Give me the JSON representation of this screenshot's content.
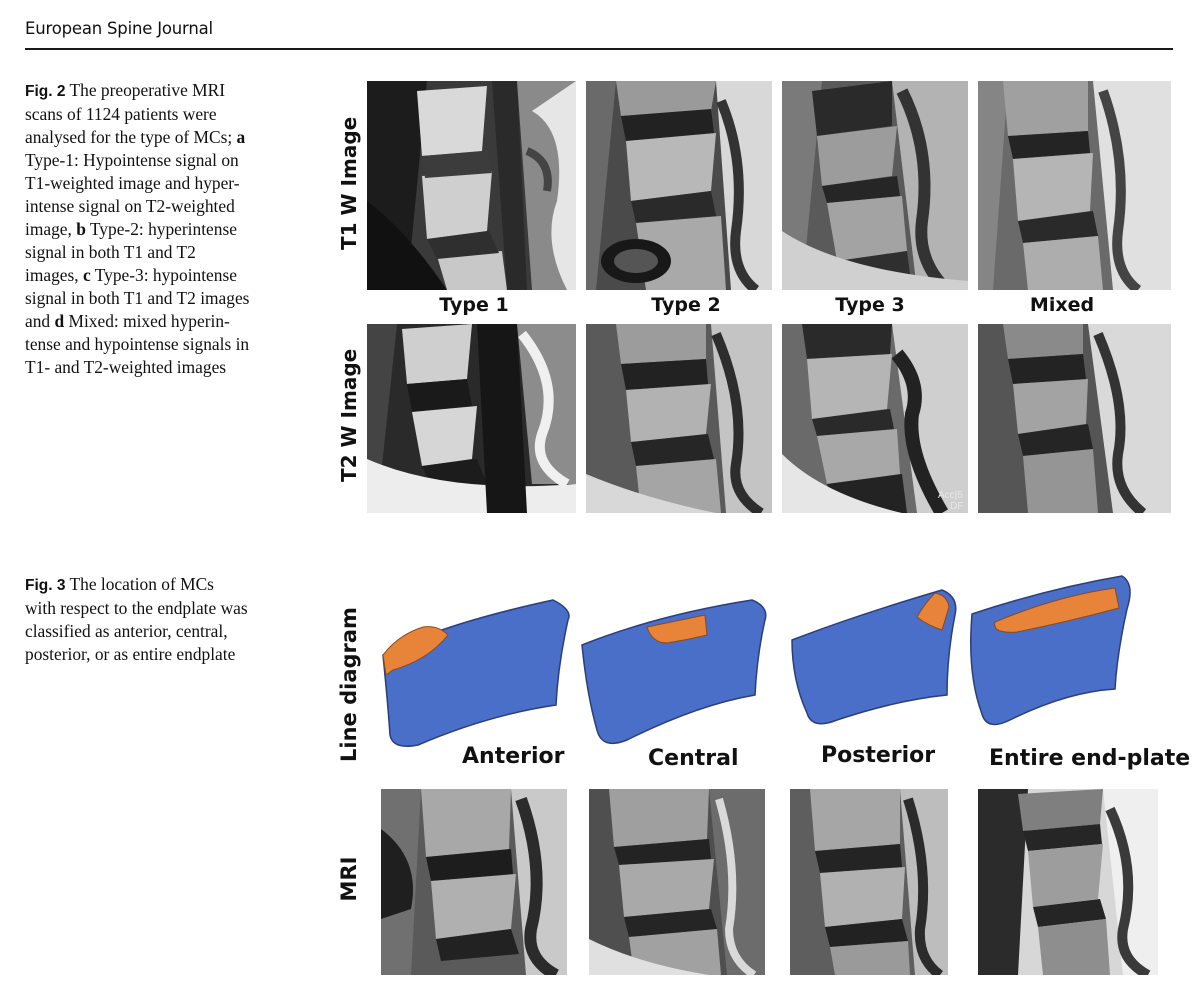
{
  "running_head": "European Spine Journal",
  "fig2": {
    "caption": {
      "label": "Fig. 2",
      "lines": [
        " The preoperative MRI",
        "scans of 1124 patients were",
        "analysed for the type of MCs; ",
        "Type-1: Hypointense signal on",
        "T1-weighted image and hyper-",
        "intense signal on T2-weighted",
        "image, ",
        "signal in both T1 and T2",
        "images, ",
        "signal in both T1 and T2 images",
        "and ",
        "tense and hypointense signals in",
        "T1- and T2-weighted images"
      ],
      "letters": {
        "a": "a",
        "b": "b",
        "c": "c",
        "d": "d"
      },
      "b_tail": " Type-2: hyperintense",
      "c_tail": " Type-3: hypointense",
      "d_tail": " Mixed: mixed hyperin-"
    },
    "row_labels": [
      "T1 W Image",
      "T2 W Image"
    ],
    "type_labels": [
      "Type 1",
      "Type 2",
      "Type 3",
      "Mixed"
    ],
    "scanner_overlay": [
      "Acc|5",
      "DF"
    ]
  },
  "fig3": {
    "caption": {
      "label": "Fig. 3",
      "lines": [
        " The location of MCs",
        "with respect to the endplate was",
        "classified as anterior, central,",
        "posterior, or as entire endplate"
      ]
    },
    "row_labels": [
      "Line diagram",
      "MRI"
    ],
    "location_labels": [
      "Anterior",
      "Central",
      "Posterior",
      "Entire end-plate"
    ],
    "colors": {
      "vertebra_fill": "#4a6fc9",
      "vertebra_stroke": "#2b3e7a",
      "lesion_fill": "#e8843a",
      "lesion_stroke": "#8a4a1a"
    }
  }
}
